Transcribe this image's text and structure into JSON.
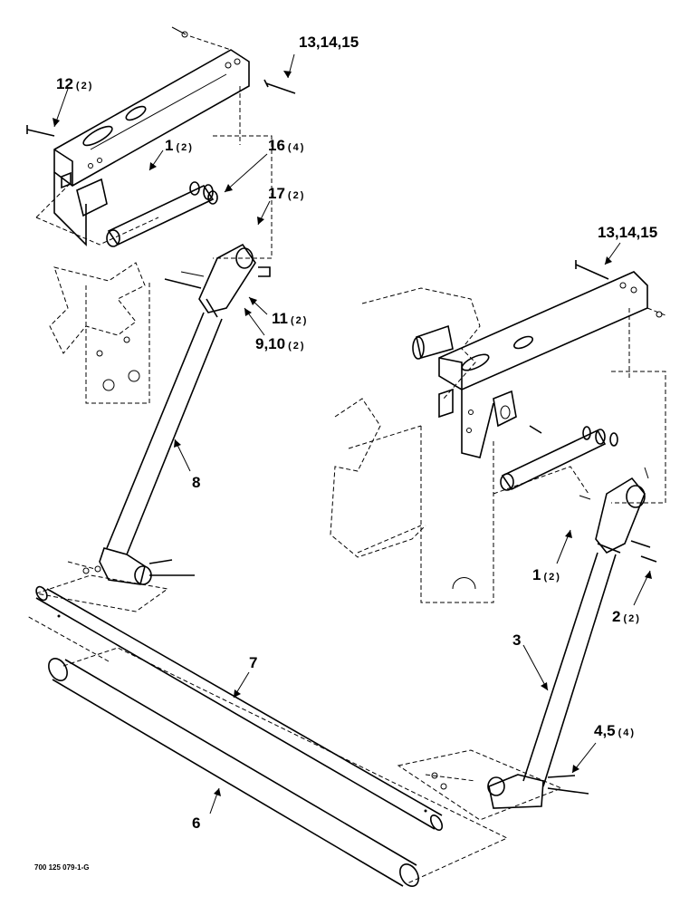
{
  "callouts": {
    "c13_top": {
      "label": "13,14,15",
      "qty": ""
    },
    "c12": {
      "label": "12",
      "qty": "(2)"
    },
    "c1_left": {
      "label": "1",
      "qty": "(2)"
    },
    "c16": {
      "label": "16",
      "qty": "(4)"
    },
    "c17": {
      "label": "17",
      "qty": "(2)"
    },
    "c11": {
      "label": "11",
      "qty": "(2)"
    },
    "c9_10": {
      "label": "9,10",
      "qty": "(2)"
    },
    "c8": {
      "label": "8",
      "qty": ""
    },
    "c13_right": {
      "label": "13,14,15",
      "qty": ""
    },
    "c1_right": {
      "label": "1",
      "qty": "(2)"
    },
    "c2": {
      "label": "2",
      "qty": "(2)"
    },
    "c3": {
      "label": "3",
      "qty": ""
    },
    "c7": {
      "label": "7",
      "qty": ""
    },
    "c6": {
      "label": "6",
      "qty": ""
    },
    "c4_5": {
      "label": "4,5",
      "qty": "(4)"
    }
  },
  "document_id": "700 125 079-1-G"
}
